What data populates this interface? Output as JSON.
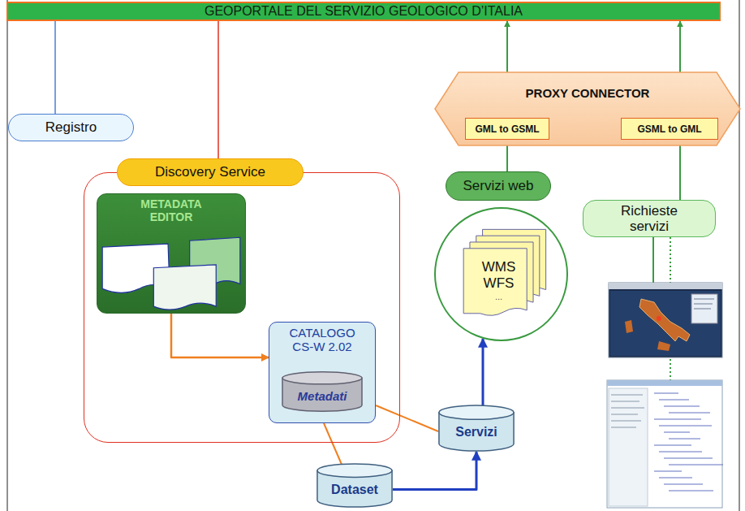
{
  "diagram": {
    "nodes": [
      {
        "text": [
          "GEOPORTALE DEL SERVIZIO GEOLOGICO D’ITALIA"
        ]
      },
      {
        "text": [
          "Registro"
        ]
      },
      {
        "text": [
          "Discovery Service"
        ]
      },
      {
        "text": [
          "METADATA EDITOR"
        ],
        "in": 2
      },
      {
        "text": [
          "CATALOGO CS-W 2.02"
        ],
        "in": 2
      },
      {
        "text": [
          "Metadati"
        ],
        "in": 4
      },
      {
        "text": [
          "Dataset"
        ]
      },
      {
        "text": [
          "Servizi"
        ]
      },
      {
        "text": [
          "PROXY CONNECTOR"
        ]
      },
      {
        "text": [
          "GML to GSML"
        ],
        "in": 8
      },
      {
        "text": [
          "GSML to GML"
        ],
        "in": 8
      },
      {
        "text": [
          "Servizi web"
        ]
      },
      {
        "text": [
          "WMS WFS",
          "..."
        ]
      },
      {
        "text": [
          "Richieste servizi"
        ]
      }
    ],
    "edges": [
      {
        "from": 1,
        "to": 0,
        "arrow": "none"
      },
      {
        "from": 2,
        "to": 0,
        "arrow": "none"
      },
      {
        "from": 3,
        "to": 4,
        "arrow": "to"
      },
      {
        "from": 4,
        "to": 7,
        "arrow": "none"
      },
      {
        "from": 4,
        "to": 6,
        "arrow": "none"
      },
      {
        "from": 6,
        "to": 7,
        "arrow": "to"
      },
      {
        "from": 7,
        "to": 12,
        "arrow": "to"
      },
      {
        "from": 11,
        "to": 9,
        "arrow": "none"
      },
      {
        "from": 9,
        "to": 0,
        "arrow": "to"
      },
      {
        "from": 13,
        "to": 10,
        "arrow": "none"
      },
      {
        "from": 10,
        "to": 0,
        "arrow": "to"
      }
    ]
  }
}
